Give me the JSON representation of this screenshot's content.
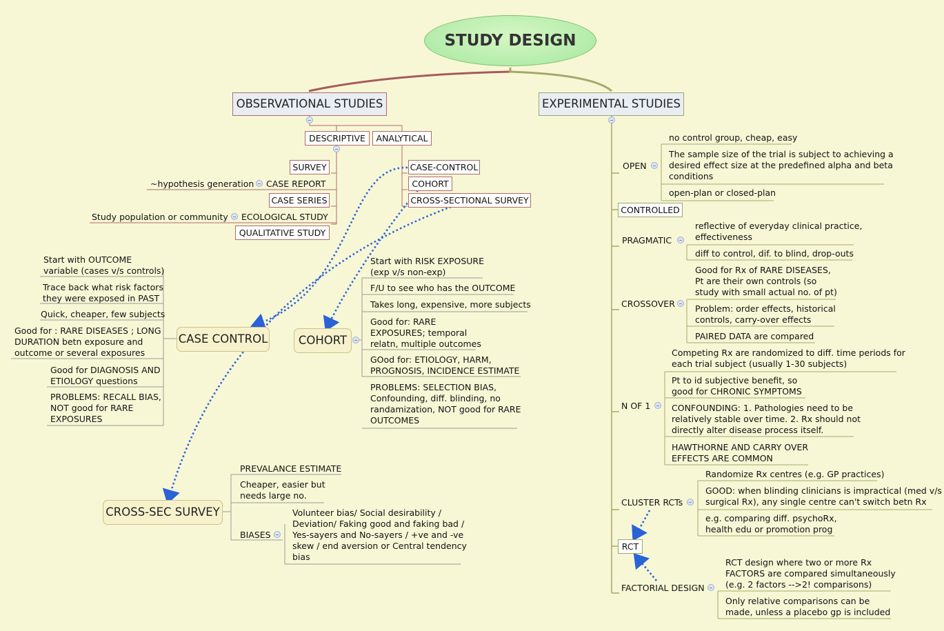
{
  "root": "STUDY DESIGN",
  "observational": {
    "label": "OBSERVATIONAL STUDIES",
    "descriptive": {
      "label": "DESCRIPTIVE",
      "items": [
        "SURVEY",
        "CASE REPORT",
        "CASE SERIES",
        "ECOLOGICAL STUDY",
        "QUALITATIVE STUDY"
      ],
      "case_report_note": "~hypothesis generation",
      "ecological_note": "Study population or community"
    },
    "analytical": {
      "label": "ANALYTICAL",
      "items": [
        "CASE-CONTROL",
        "COHORT",
        "CROSS-SECTIONAL SURVEY"
      ]
    }
  },
  "case_control": {
    "title": "CASE CONTROL",
    "notes": [
      "Start with OUTCOME\nvariable (cases v/s controls)",
      "Trace back what risk factors\nthey were exposed in PAST",
      "Quick, cheaper, few subjects",
      "Good for : RARE DISEASES ; LONG\nDURATION betn exposure and\noutcome or several exposures",
      "Good for DIAGNOSIS AND\nETIOLOGY questions",
      "PROBLEMS: RECALL BIAS,\nNOT good for RARE\nEXPOSURES"
    ]
  },
  "cohort": {
    "title": "COHORT",
    "notes": [
      "Start with RISK EXPOSURE\n(exp v/s non-exp)",
      "F/U to see who has the OUTCOME",
      "Takes long, expensive, more subjects",
      "Good for: RARE\nEXPOSURES; temporal\nrelatn, multiple outcomes",
      "GOod for: ETIOLOGY, HARM,\nPROGNOSIS, INCIDENCE ESTIMATE",
      "PROBLEMS: SELECTION BIAS,\nConfounding, diff. blinding, no\nrandamization, NOT good for RARE\nOUTCOMES"
    ]
  },
  "cross_sec": {
    "title": "CROSS-SEC SURVEY",
    "notes": [
      "PREVALANCE ESTIMATE",
      "Cheaper, easier but\nneeds large no."
    ],
    "biases_label": "BIASES",
    "biases_text": "Volunteer bias/ Social desirability /\nDeviation/ Faking good and faking bad /\nYes-sayers and No-sayers / +ve and -ve\nskew / end aversion or Central tendency\nbias"
  },
  "experimental": {
    "label": "EXPERIMENTAL STUDIES",
    "open": {
      "label": "OPEN",
      "notes": [
        "no control group, cheap, easy",
        "The sample size of the trial is subject to achieving a\ndesired effect size at the predefined alpha and beta\nconditions",
        "open-plan or closed-plan"
      ]
    },
    "controlled": "CONTROLLED",
    "pragmatic": {
      "label": "PRAGMATIC",
      "notes": [
        "reflective of everyday clinical practice,\neffectiveness",
        "diff to control, dif. to blind, drop-outs"
      ]
    },
    "crossover": {
      "label": "CROSSOVER",
      "notes": [
        "Good for Rx of RARE DISEASES,\nPt are their own controls (so\nstudy with small actual no. of pt)",
        "Problem: order effects, historical\ncontrols, carry-over effects",
        "PAIRED DATA are compared"
      ]
    },
    "n_of_1": {
      "label": "N OF 1",
      "notes": [
        "Competing Rx are randomized to diff. time periods for\neach trial subject (usually 1-30 subjects)",
        "Pt to id subjective benefit, so\ngood for CHRONIC SYMPTOMS",
        "CONFOUNDING: 1. Pathologies need to be\nrelatively stable over time. 2. Rx should not\ndirectly alter disease process itself.",
        "HAWTHORNE AND CARRY OVER\nEFFECTS ARE COMMON"
      ]
    },
    "cluster": {
      "label": "CLUSTER RCTs",
      "notes": [
        "Randomize Rx centres (e.g. GP practices)",
        "GOOD: when blinding clinicians is impractical (med v/s\nsurgical Rx), any single centre can't switch betn Rx",
        "e.g. comparing diff. psychoRx,\nhealth edu or promotion prog"
      ]
    },
    "rct": "RCT",
    "factorial": {
      "label": "FACTORIAL DESIGN",
      "notes": [
        "RCT design where two or more Rx\nFACTORS are compared simultaneously\n(e.g. 2 factors -->2! comparisons)",
        "Only relative comparisons can be\nmade, unless a placebo gp is included"
      ]
    }
  },
  "colors": {
    "background": "#f7f7d6",
    "observational_branch": "#b06a6a",
    "experimental_branch": "#9aa86a",
    "relation_arrow": "#2a62d8"
  }
}
